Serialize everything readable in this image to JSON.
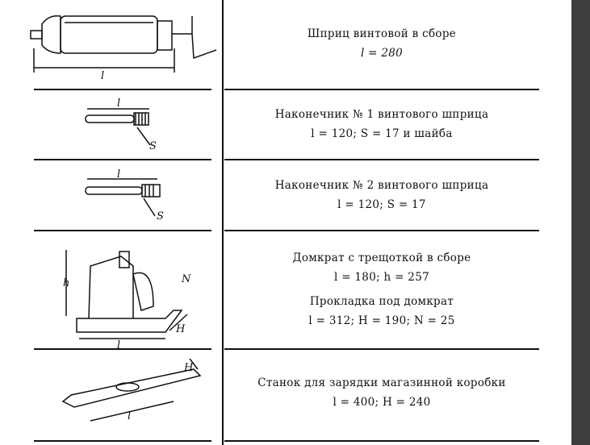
{
  "rows": [
    {
      "title": "Шприц винтовой в сборе",
      "dims": "l = 280",
      "figure": "screw-syringe"
    },
    {
      "title": "Наконечник № 1 винтового шприца",
      "dims": "l = 120;   S = 17 и шайба",
      "figure": "nozzle-1"
    },
    {
      "title": "Наконечник № 2 винтового шприца",
      "dims": "l = 120;   S = 17",
      "figure": "nozzle-2"
    },
    {
      "title": "Домкрат с трещоткой в сборе",
      "dims": "l = 180;   h = 257",
      "title2": "Прокладка под домкрат",
      "dims2": "l = 312; H = 190; N = 25",
      "figure": "ratchet-jack"
    },
    {
      "title": "Станок для зарядки магазинной коробки",
      "dims": "l = 400;   H = 240",
      "figure": "magazine-loading-plate"
    }
  ],
  "figure_labels": {
    "l": "l",
    "S": "S",
    "h": "h",
    "H": "H",
    "N": "N"
  }
}
